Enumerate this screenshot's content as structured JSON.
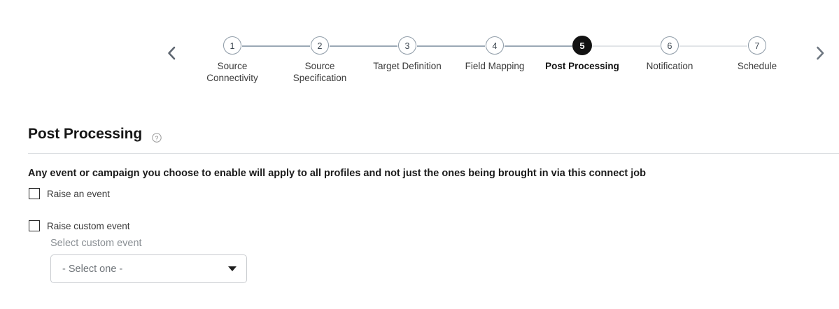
{
  "stepper": {
    "prev_icon": "chevron-left-icon",
    "next_icon": "chevron-right-icon",
    "current_step": 5,
    "steps": [
      {
        "number": "1",
        "label": "Source\nConnectivity"
      },
      {
        "number": "2",
        "label": "Source\nSpecification"
      },
      {
        "number": "3",
        "label": "Target Definition"
      },
      {
        "number": "4",
        "label": "Field Mapping"
      },
      {
        "number": "5",
        "label": "Post Processing"
      },
      {
        "number": "6",
        "label": "Notification"
      },
      {
        "number": "7",
        "label": "Schedule"
      }
    ],
    "colors": {
      "connector_done": "#9aa8b5",
      "connector_todo": "#e2e5e8",
      "current_circle": "#121212",
      "circle_border": "#8d9aa6"
    }
  },
  "section": {
    "title": "Post Processing",
    "help_icon": "help-circle-icon",
    "description": "Any event or campaign you choose to enable will apply to all profiles and not just the ones being brought in via this connect job"
  },
  "form": {
    "checkboxes": [
      {
        "label": "Raise an event",
        "checked": false
      },
      {
        "label": "Raise custom event",
        "checked": false
      }
    ],
    "custom_event": {
      "label": "Select custom event",
      "value": "- Select one -",
      "caret_icon": "chevron-down-icon"
    }
  }
}
